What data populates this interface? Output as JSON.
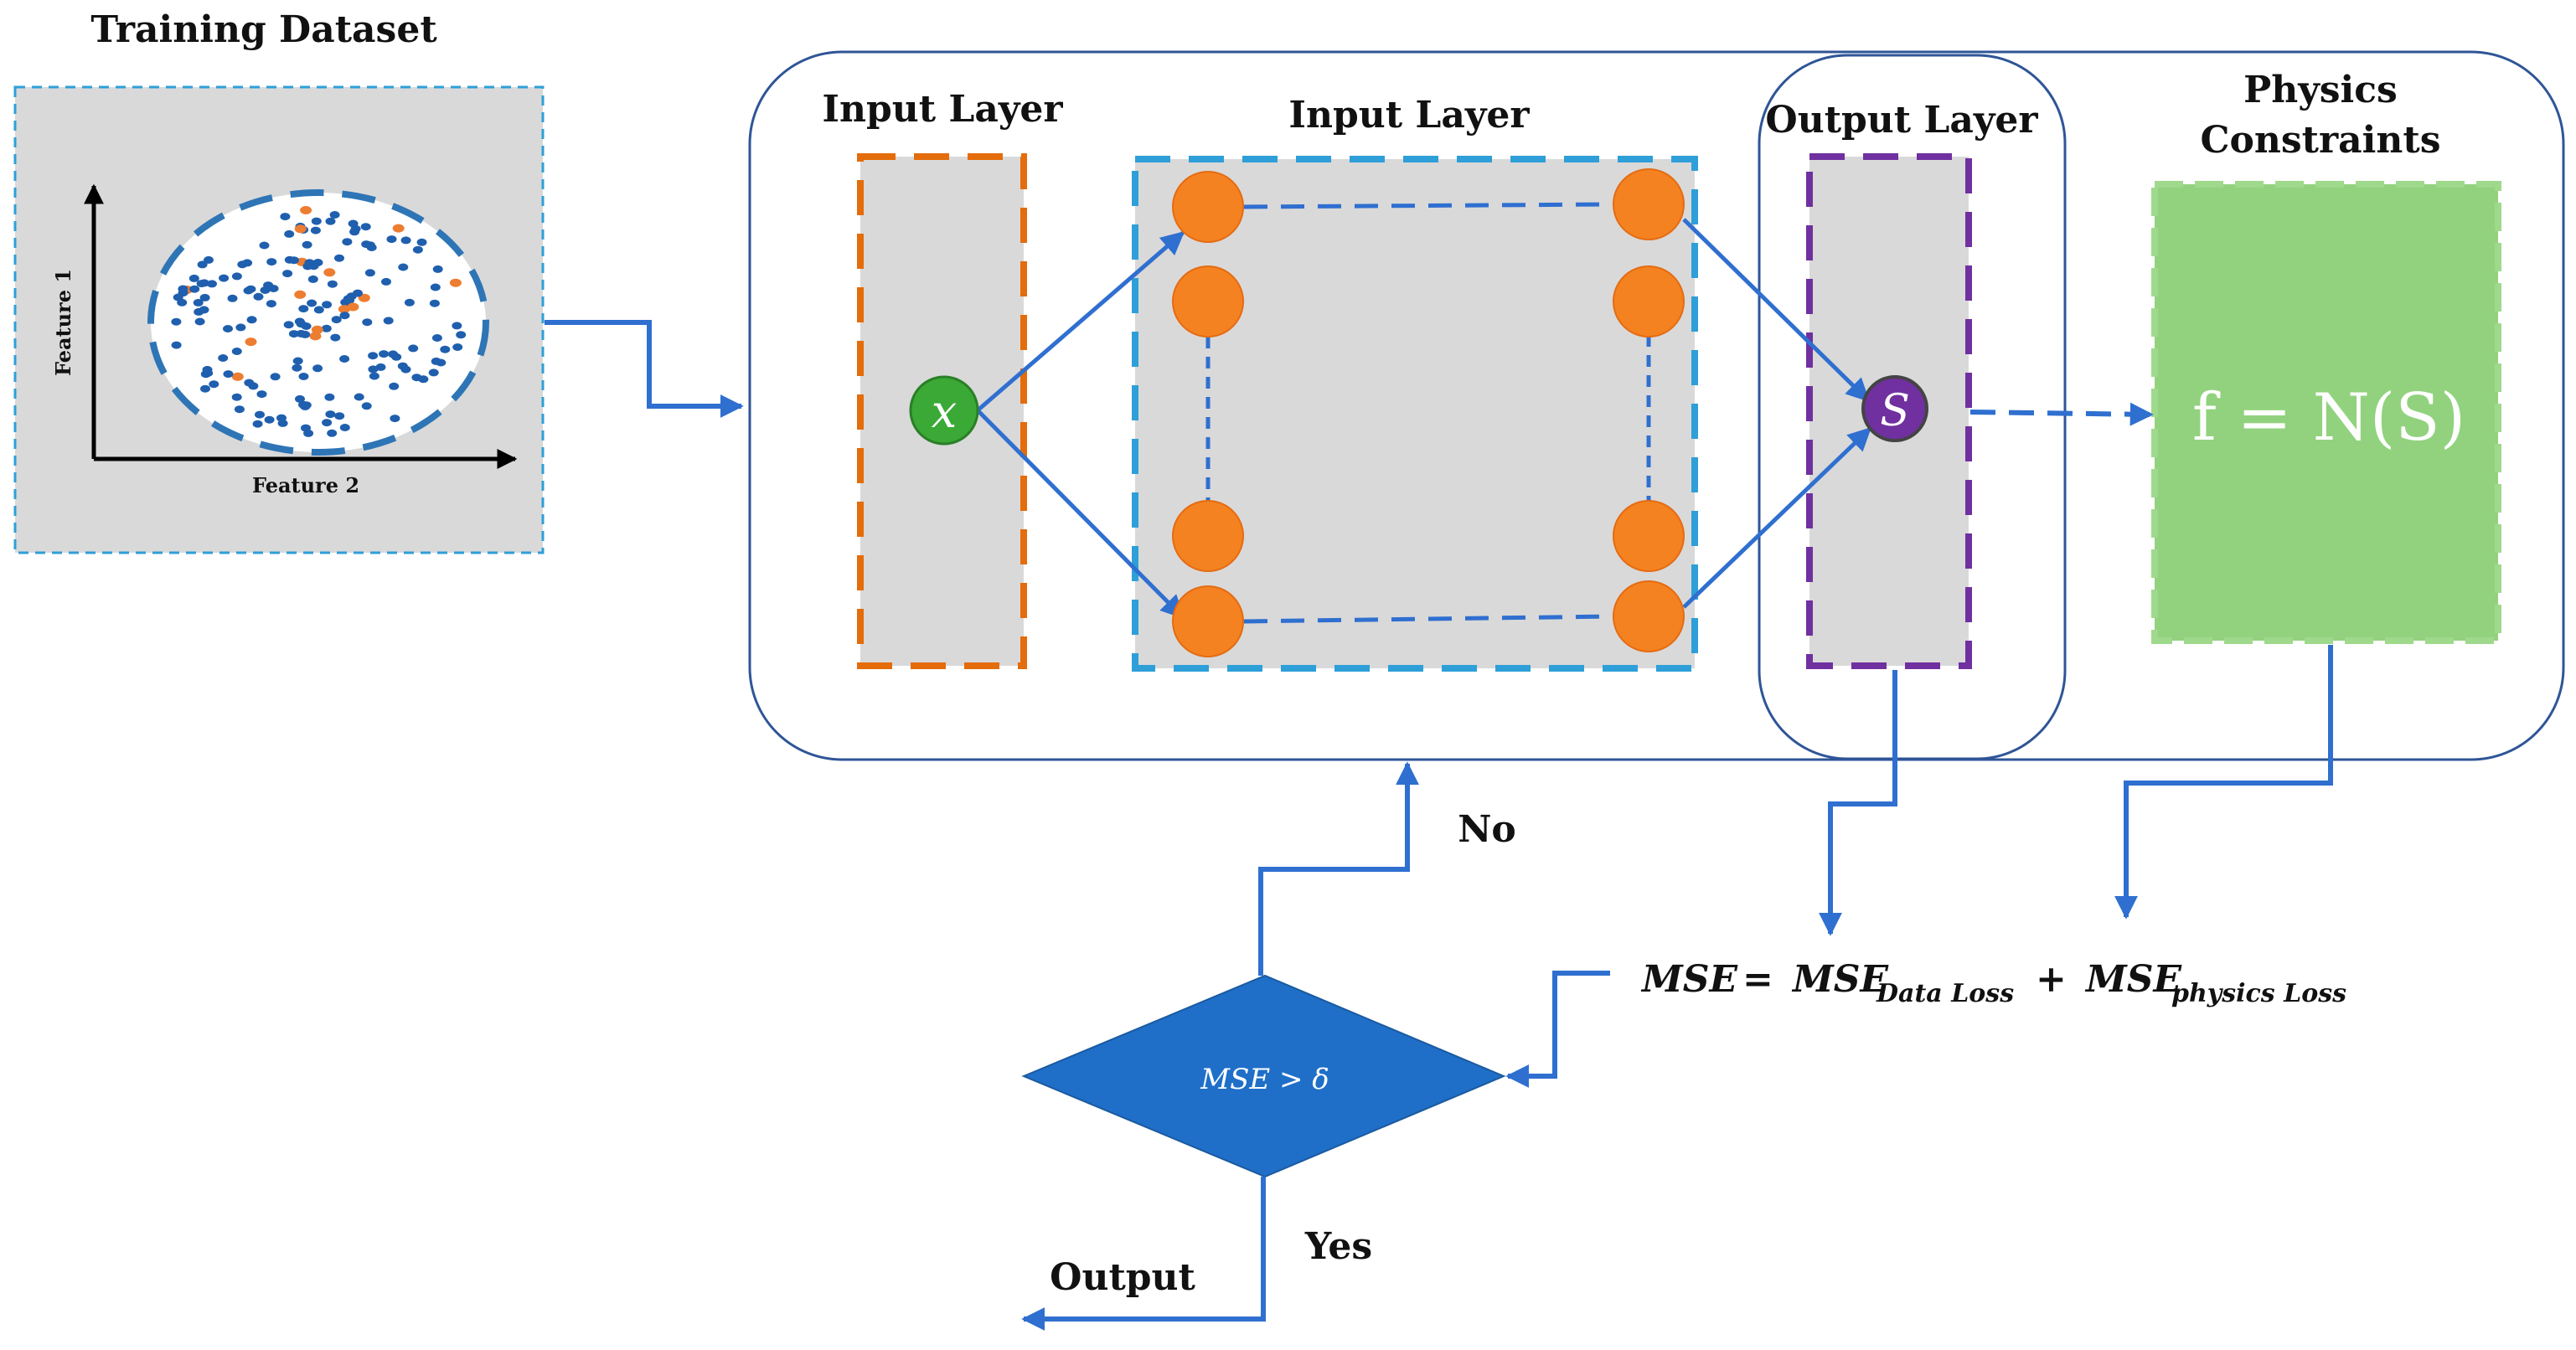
{
  "dataset": {
    "title": "Training Dataset",
    "y_axis_label": "Feature 1",
    "x_axis_label": "Feature 2"
  },
  "network": {
    "input_layer_title": "Input Layer",
    "hidden_layer_title": "Input Layer",
    "output_layer_title": "Output Layer",
    "input_node": "x",
    "output_node": "S"
  },
  "physics": {
    "title_line1": "Physics",
    "title_line2": "Constraints",
    "equation": "f = N(S)"
  },
  "loss": {
    "lhs": "MSE",
    "equals": "=",
    "term1": "MSE",
    "term1_sub": "Data Loss",
    "plus": "+",
    "term2": "MSE",
    "term2_sub": "physics Loss"
  },
  "decision": {
    "condition": "MSE > δ",
    "no_label": "No",
    "yes_label": "Yes",
    "output_label": "Output"
  },
  "colors": {
    "arrow_blue": "#2f6fd0",
    "frame_blue": "#2f5597",
    "hidden_node": "#f58220",
    "input_node": "#3aa935",
    "output_node": "#7030a0",
    "input_border": "#e46c0a",
    "hidden_border": "#2e9fd8",
    "output_border": "#7030a0",
    "physics_fill": "#92d27e",
    "decision_fill": "#1f6fc8",
    "panel_gray": "#d9d9d9"
  }
}
